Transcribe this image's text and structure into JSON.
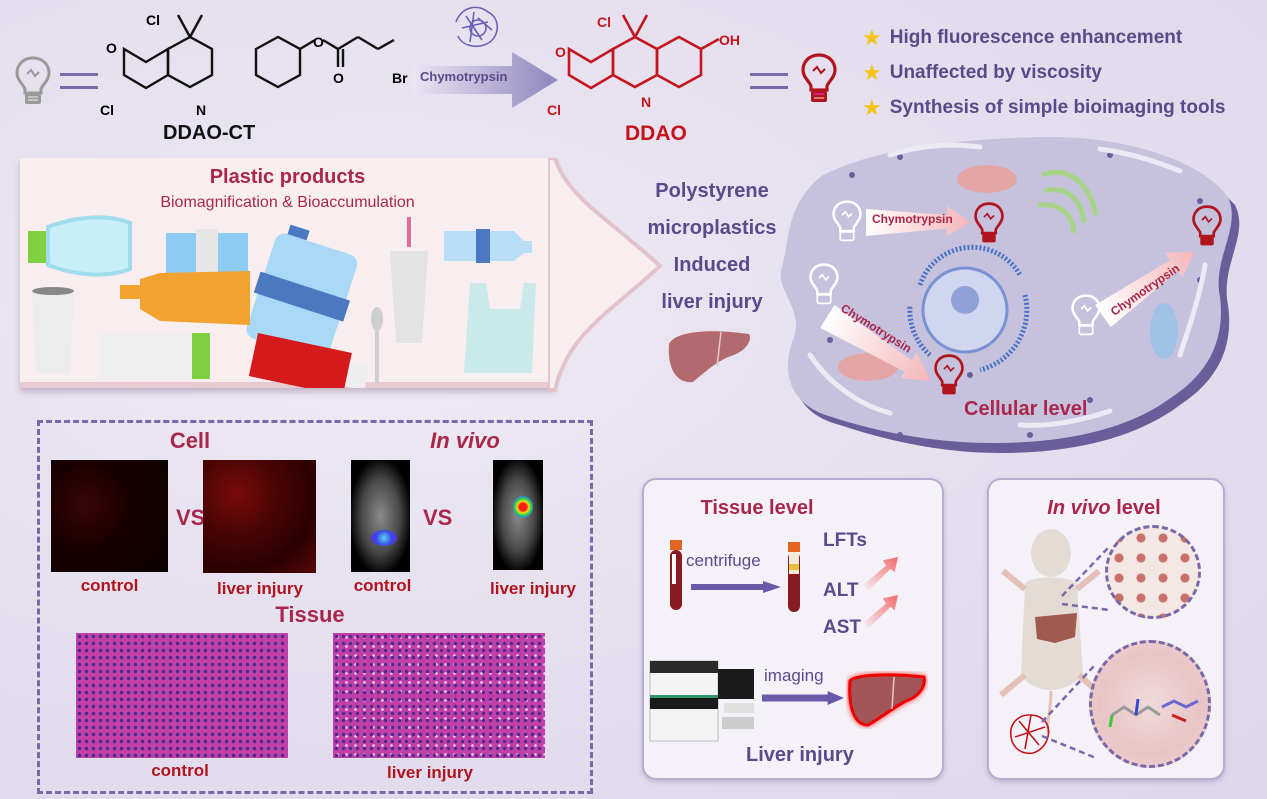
{
  "top": {
    "probe_name": "DDAO-CT",
    "probe_atoms": {
      "cl_top": "Cl",
      "cl_bottom": "Cl",
      "o_left": "O",
      "n": "N",
      "o_ester": "O",
      "o_carbonyl": "O",
      "br": "Br"
    },
    "enzyme_label": "Chymotrypsin",
    "product_name": "DDAO",
    "product_atoms": {
      "cl_top": "Cl",
      "cl_bottom": "Cl",
      "o_left": "O",
      "n": "N",
      "oh": "OH"
    },
    "features": [
      {
        "text": "High fluorescence enhancement",
        "icon": "star-icon"
      },
      {
        "text": "Unaffected by viscosity",
        "icon": "star-icon"
      },
      {
        "text": "Synthesis of simple bioimaging tools",
        "icon": "star-icon"
      }
    ],
    "colors": {
      "off_bulb": "#9a9a9a",
      "on_bulb": "#b0151e",
      "accent_purple": "#5a4a8a",
      "star": "#f5c518"
    }
  },
  "plastics": {
    "title": "Plastic products",
    "subtitle": "Biomagnification & Bioaccumulation"
  },
  "microplastics": {
    "lines": [
      "Polystyrene",
      "microplastics",
      "Induced",
      "liver injury"
    ]
  },
  "cell": {
    "enzyme_labels": [
      "Chymotrypsin",
      "Chymotrypsin",
      "Chymotrypsin"
    ],
    "level_label": "Cellular level"
  },
  "evidence": {
    "cell_title": "Cell",
    "invivo_title": "In vivo",
    "vs": "VS",
    "cell_captions": [
      "control",
      "liver injury"
    ],
    "invivo_captions": [
      "control",
      "liver injury"
    ],
    "tissue_title": "Tissue",
    "tissue_captions": [
      "control",
      "liver injury"
    ]
  },
  "tissue_level": {
    "title": "Tissue level",
    "centrifuge": "centrifuge",
    "lft": "LFTs",
    "markers": [
      "ALT",
      "AST"
    ],
    "imaging": "imaging",
    "result": "Liver injury"
  },
  "invivo_level": {
    "title_italic": "In vivo",
    "title_rest": " level"
  }
}
